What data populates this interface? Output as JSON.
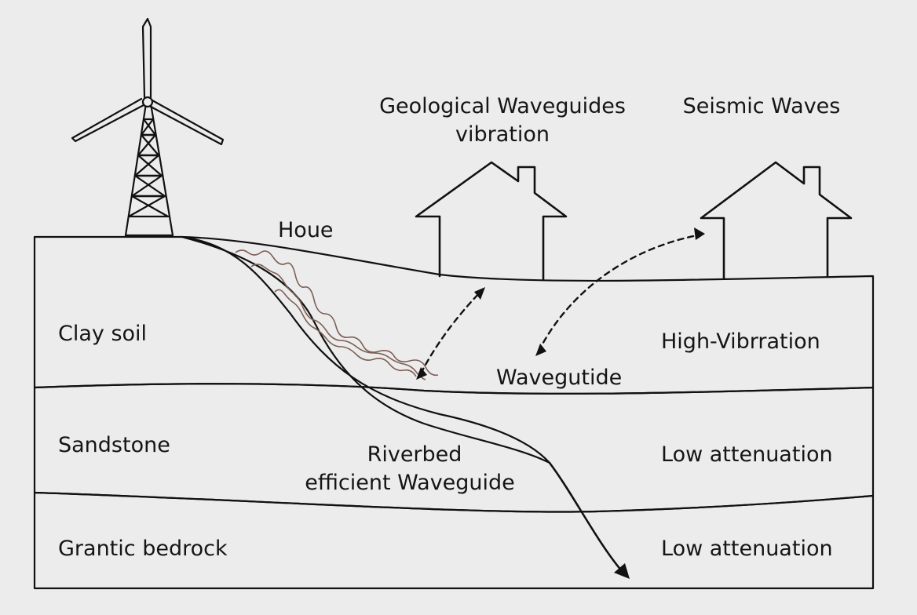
{
  "colors": {
    "background": "#ececec",
    "clay": "#bf9c84",
    "sandstone": "#d9c5b4",
    "bedrock": "#7a6c68",
    "channel": "#b08f7f",
    "ink": "#111111"
  },
  "labels": {
    "title_top_1": "Geological Waveguides",
    "title_top_2": "vibration",
    "seismic": "Seismic Waves",
    "house": "Houe",
    "clay": "Clay soil",
    "sandstone": "Sandstone",
    "bedrock": "Grantic bedrock",
    "high_vibration": "High-Vibrration",
    "waveguide": "Wavegutide",
    "riverbed_1": "Riverbed",
    "riverbed_2": "efficient Waveguide",
    "low_att_1": "Low attenuation",
    "low_att_2": "Low attenuation"
  },
  "icons": [
    "wind-turbine-icon",
    "house-icon",
    "house-icon",
    "arrow-icon"
  ]
}
